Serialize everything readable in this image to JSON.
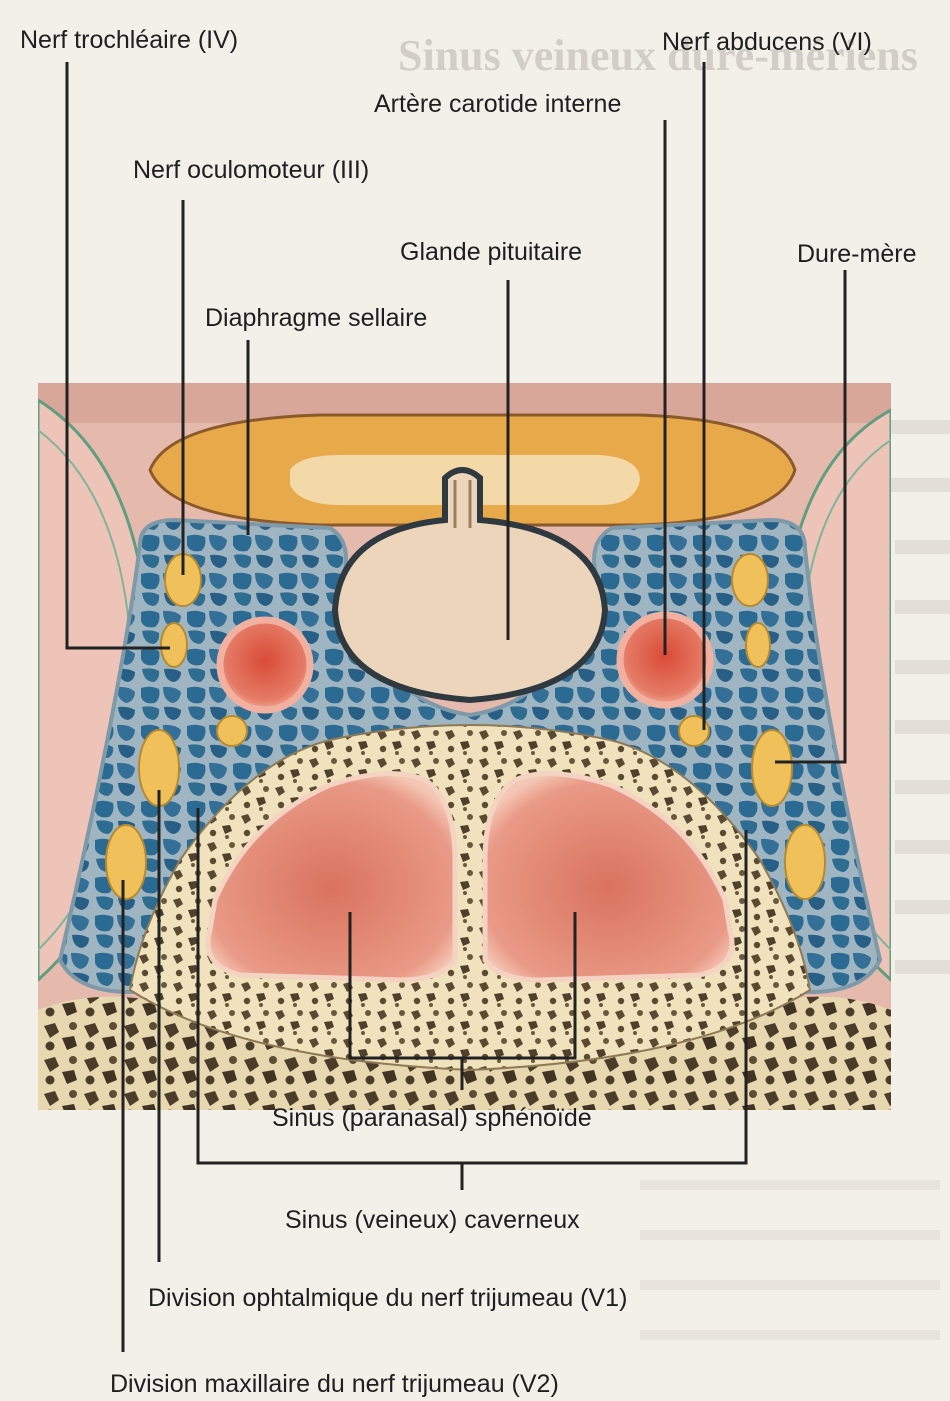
{
  "labels": {
    "trochlear": "Nerf trochléaire (IV)",
    "abducens": "Nerf abducens (VI)",
    "carotid": "Artère carotide interne",
    "oculomotor": "Nerf oculomoteur (III)",
    "pituitary": "Glande pituitaire",
    "dura": "Dure-mère",
    "diaphragm": "Diaphragme sellaire",
    "sphenoid_sinus": "Sinus (paranasal) sphénoïde",
    "cavernous_sinus": "Sinus (veineux) caverneux",
    "v1": "Division ophtalmique du nerf trijumeau (V1)",
    "v2": "Division maxillaire du nerf trijumeau (V2)"
  },
  "background_page": {
    "heading": "Sinus veineux dure-mériens"
  },
  "colors": {
    "brain_tissue": "#e8bfb3",
    "sinus_blue": "#2f6f97",
    "dura_grey": "#a9bcc6",
    "nerve_yellow": "#f0c15b",
    "artery_red": "#e0624d",
    "bone_cream": "#f2e6c4",
    "air_sinus_red": "#dc7f6d",
    "pituitary_beige": "#f0dcc4"
  }
}
